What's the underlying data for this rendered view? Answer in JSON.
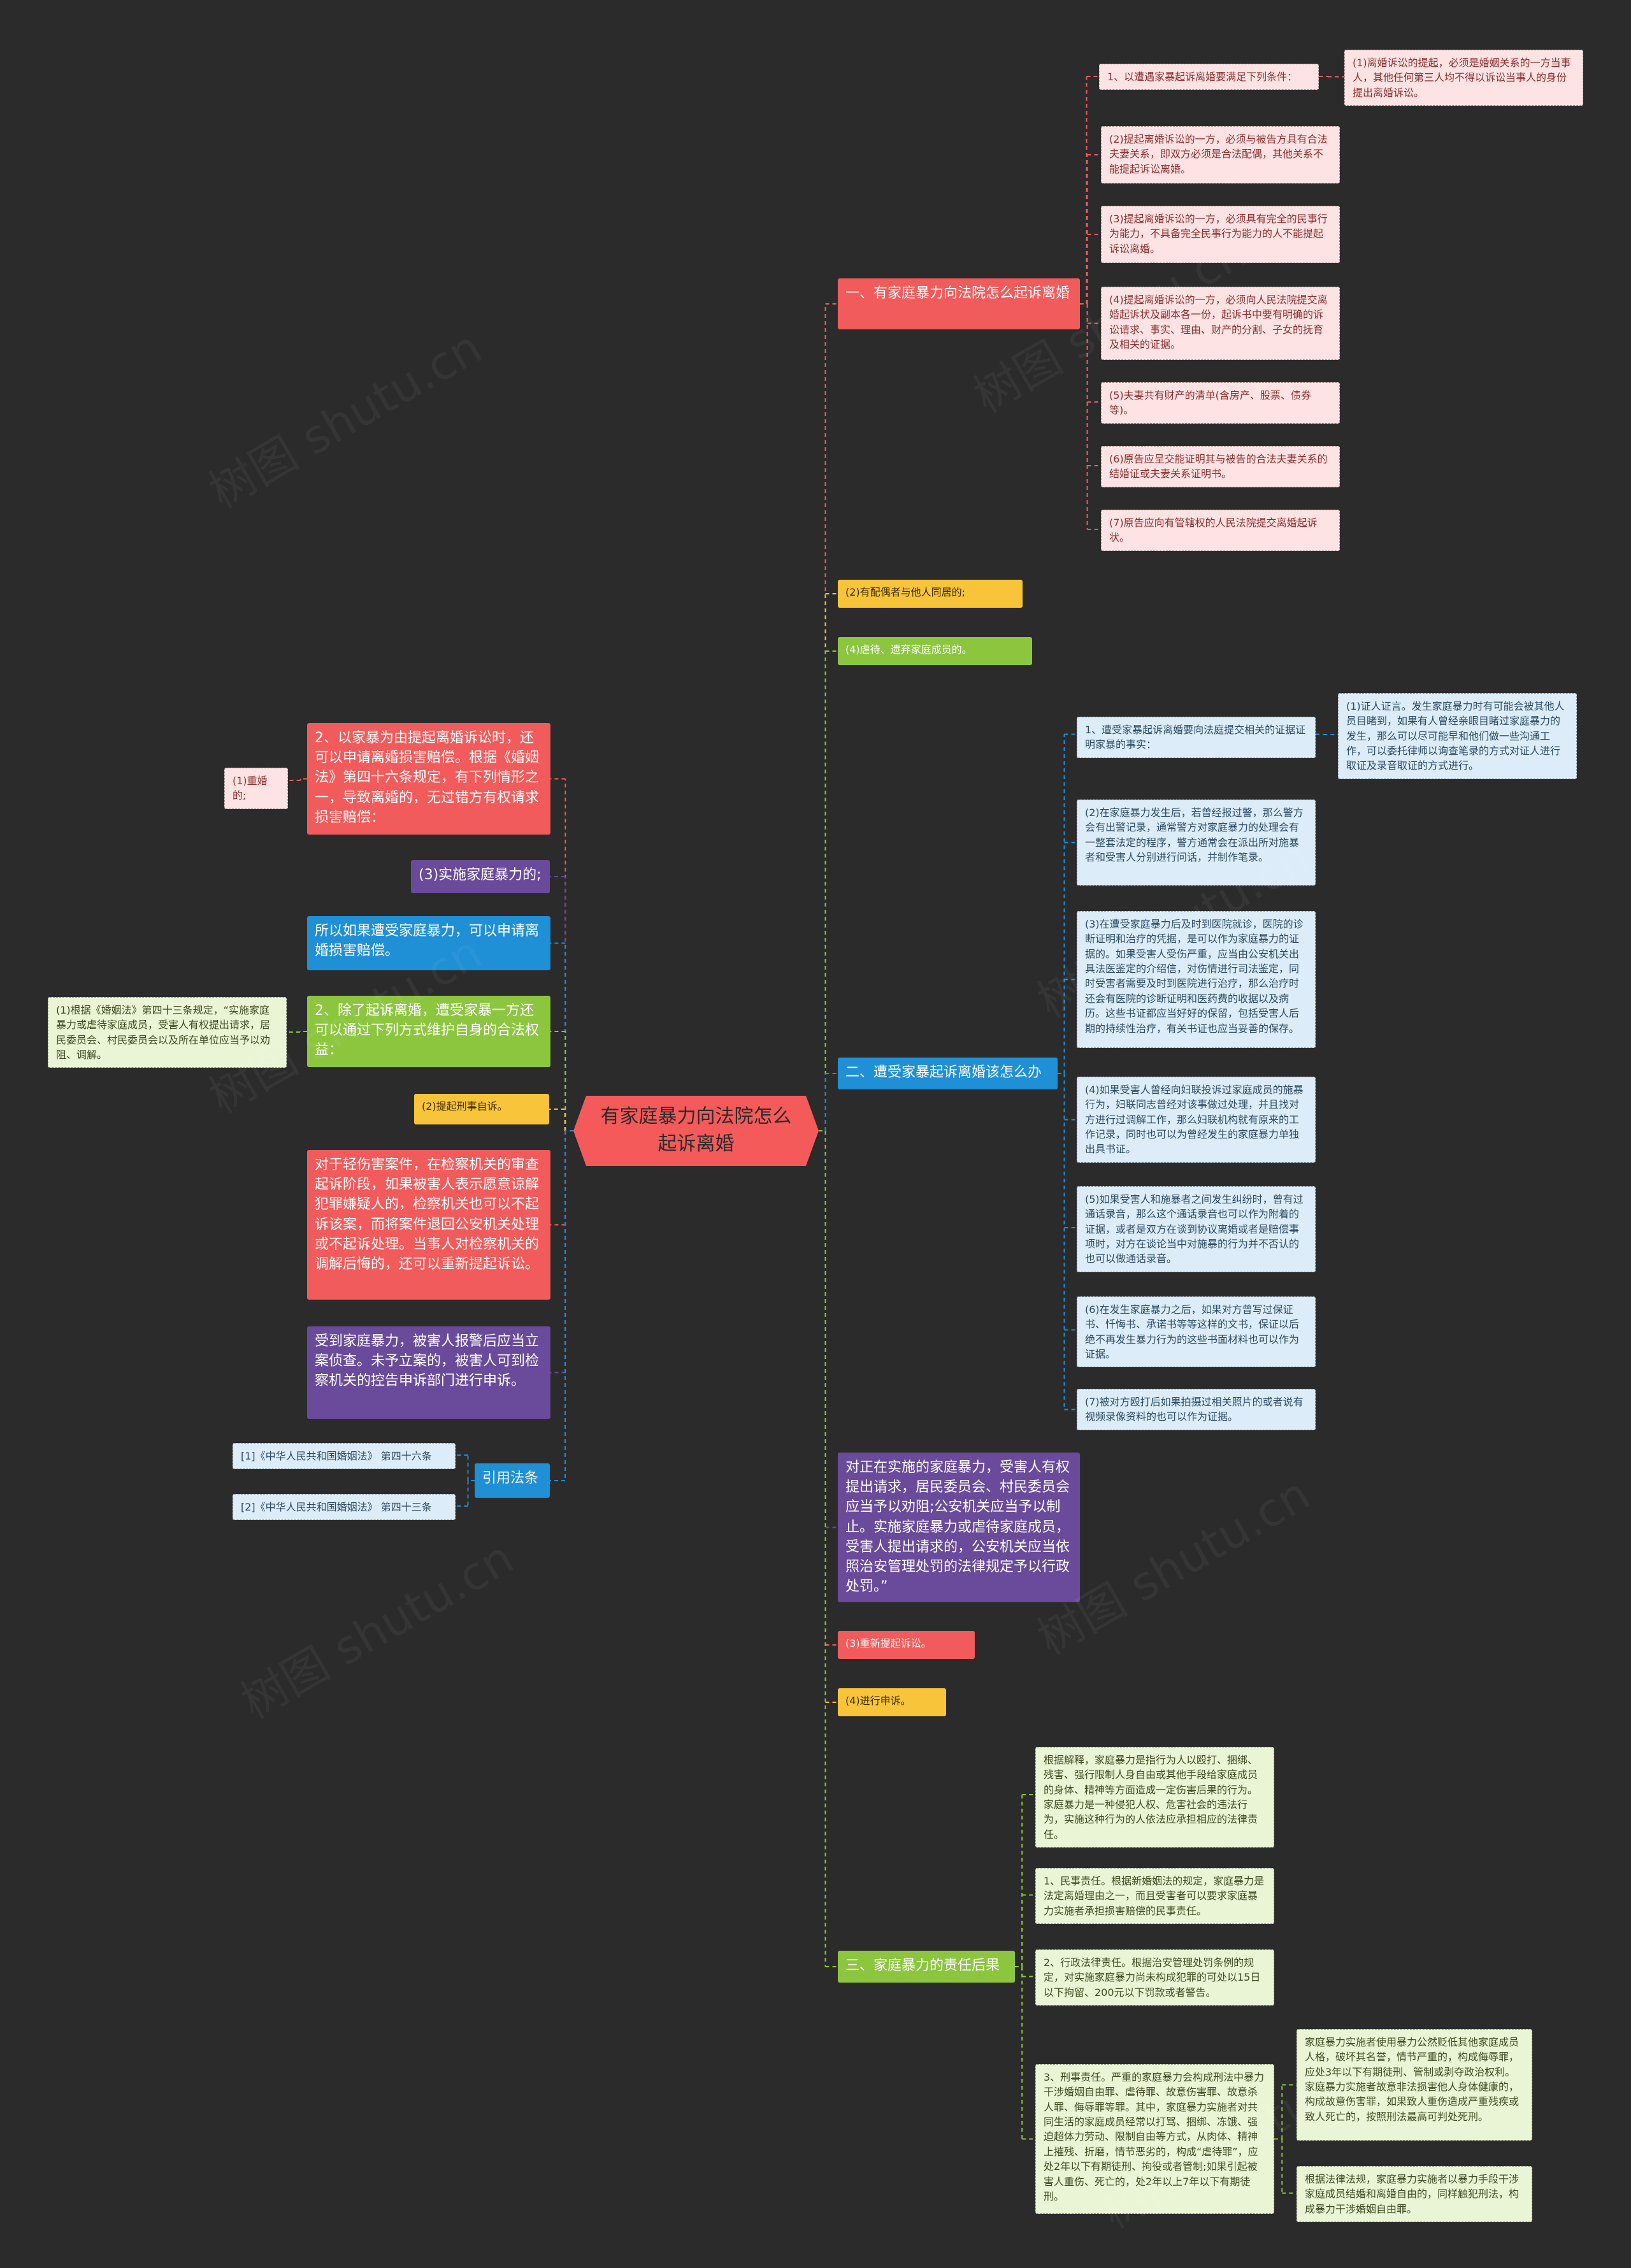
{
  "root": {
    "label": "有家庭暴力向法院怎么起诉离婚"
  },
  "right": {
    "s1": {
      "label": "一、有家庭暴力向法院怎么起诉离婚",
      "intro": "1、以遭遇家暴起诉离婚要满足下列条件：",
      "intro_detail": "(1)离婚诉讼的提起，必须是婚姻关系的一方当事人，其他任何第三人均不得以诉讼当事人的身份提出离婚诉讼。",
      "items": [
        "(2)提起离婚诉讼的一方，必须与被告方具有合法夫妻关系，即双方必须是合法配偶，其他关系不能提起诉讼离婚。",
        "(3)提起离婚诉讼的一方，必须具有完全的民事行为能力，不具备完全民事行为能力的人不能提起诉讼离婚。",
        "(4)提起离婚诉讼的一方，必须向人民法院提交离婚起诉状及副本各一份，起诉书中要有明确的诉讼请求、事实、理由、财产的分割、子女的抚育及相关的证据。",
        "(5)夫妻共有财产的清单(含房产、股票、债券等)。",
        "(6)原告应呈交能证明其与被告的合法夫妻关系的结婚证或夫妻关系证明书。",
        "(7)原告应向有管辖权的人民法院提交离婚起诉状。"
      ]
    },
    "r2": "(2)有配偶者与他人同居的;",
    "r3": "(4)虐待、遗弃家庭成员的。",
    "s2": {
      "label": "二、遭受家暴起诉离婚该怎么办",
      "intro": "1、遭受家暴起诉离婚要向法庭提交相关的证据证明家暴的事实：",
      "intro_detail": "(1)证人证言。发生家庭暴力时有可能会被其他人员目睹到，如果有人曾经亲眼目睹过家庭暴力的发生，那么可以尽可能早和他们做一些沟通工作，可以委托律师以询查笔录的方式对证人进行取证及录音取证的方式进行。",
      "items": [
        "(2)在家庭暴力发生后，若曾经报过警，那么警方会有出警记录，通常警方对家庭暴力的处理会有一整套法定的程序，警方通常会在派出所对施暴者和受害人分别进行问话，并制作笔录。",
        "(3)在遭受家庭暴力后及时到医院就诊，医院的诊断证明和治疗的凭据，是可以作为家庭暴力的证据的。如果受害人受伤严重，应当由公安机关出具法医鉴定的介绍信，对伤情进行司法鉴定，同时受害者需要及时到医院进行治疗，那么治疗时还会有医院的诊断证明和医药费的收据以及病历。这些书证都应当好好的保留，包括受害人后期的持续性治疗，有关书证也应当妥善的保存。",
        "(4)如果受害人曾经向妇联投诉过家庭成员的施暴行为，妇联同志曾经对该事做过处理，并且找对方进行过调解工作，那么妇联机构就有原来的工作记录，同时也可以为曾经发生的家庭暴力单独出具书证。",
        "(5)如果受害人和施暴者之间发生纠纷时，曾有过通话录音，那么这个通话录音也可以作为附着的证据，或者是双方在谈到协议离婚或者是赔偿事项时，对方在谈论当中对施暴的行为并不否认的也可以做通话录音。",
        "(6)在发生家庭暴力之后，如果对方曾写过保证书、忏悔书、承诺书等等这样的文书，保证以后绝不再发生暴力行为的这些书面材料也可以作为证据。",
        "(7)被对方殴打后如果拍摄过相关照片的或者说有视频录像资料的也可以作为证据。"
      ]
    },
    "r4": "对正在实施的家庭暴力，受害人有权提出请求，居民委员会、村民委员会应当予以劝阻;公安机关应当予以制止。实施家庭暴力或虐待家庭成员，受害人提出请求的，公安机关应当依照治安管理处罚的法律规定予以行政处罚。”",
    "r5": "(3)重新提起诉讼。",
    "r6": "(4)进行申诉。",
    "s3": {
      "label": "三、家庭暴力的责任后果",
      "items": [
        "根据解释，家庭暴力是指行为人以殴打、捆绑、残害、强行限制人身自由或其他手段给家庭成员的身体、精神等方面造成一定伤害后果的行为。家庭暴力是一种侵犯人权、危害社会的违法行为，实施这种行为的人依法应承担相应的法律责任。",
        "1、民事责任。根据新婚姻法的规定，家庭暴力是法定离婚理由之一，而且受害者可以要求家庭暴力实施者承担损害赔偿的民事责任。",
        "2、行政法律责任。根据治安管理处罚条例的规定，对实施家庭暴力尚未构成犯罪的可处以15日以下拘留、200元以下罚款或者警告。",
        "3、刑事责任。严重的家庭暴力会构成刑法中暴力干涉婚姻自由罪、虐待罪、故意伤害罪、故意杀人罪、侮辱罪等罪。其中，家庭暴力实施者对共同生活的家庭成员经常以打骂、捆绑、冻饿、强迫超体力劳动、限制自由等方式，从肉体、精神上摧残、折磨，情节恶劣的，构成“虐待罪”，应处2年以下有期徒刑、拘役或者管制;如果引起被害人重伤、死亡的，处2年以上7年以下有期徒刑。"
      ],
      "sub": [
        "家庭暴力实施者使用暴力公然贬低其他家庭成员人格，破坏其名誉，情节严重的，构成侮辱罪，应处3年以下有期徒刑、管制或剥夺政治权利。家庭暴力实施者故意非法损害他人身体健康的，构成故意伤害罪，如果致人重伤造成严重残疾或致人死亡的，按照刑法最高可判处死刑。",
        "根据法律法规，家庭暴力实施者以暴力手段干涉家庭成员结婚和离婚自由的，同样触犯刑法，构成暴力干涉婚姻自由罪。"
      ]
    }
  },
  "left": {
    "l1": {
      "label": "2、以家暴为由提起离婚诉讼时，还可以申请离婚损害赔偿。根据《婚姻法》第四十六条规定，有下列情形之一，导致离婚的，无过错方有权请求损害赔偿：",
      "sub": "(1)重婚的;"
    },
    "l2": "(3)实施家庭暴力的;",
    "l3": "所以如果遭受家庭暴力，可以申请离婚损害赔偿。",
    "l4": {
      "label": "2、除了起诉离婚，遭受家暴一方还可以通过下列方式维护自身的合法权益：",
      "sub": "(1)根据《婚姻法》第四十三条规定，“实施家庭暴力或虐待家庭成员，受害人有权提出请求，居民委员会、村民委员会以及所在单位应当予以劝阻、调解。"
    },
    "l5": "(2)提起刑事自诉。",
    "l6": "对于轻伤害案件，在检察机关的审查起诉阶段，如果被害人表示愿意谅解犯罪嫌疑人的，检察机关也可以不起诉该案，而将案件退回公安机关处理或不起诉处理。当事人对检察机关的调解后悔的，还可以重新提起诉讼。",
    "l7": "受到家庭暴力，被害人报警后应当立案侦查。未予立案的，被害人可到检察机关的控告申诉部门进行申诉。",
    "l8": {
      "label": "引用法条",
      "refs": [
        "[1]《中华人民共和国婚姻法》 第四十六条",
        "[2]《中华人民共和国婚姻法》 第四十三条"
      ]
    }
  },
  "watermark": "树图 shutu.cn",
  "colors": {
    "background": "#2b2b2b",
    "red": "#f25b5b",
    "yellow": "#f7c43a",
    "green": "#8cc63f",
    "blue": "#1f8fd6",
    "purple": "#6a4a9a"
  }
}
